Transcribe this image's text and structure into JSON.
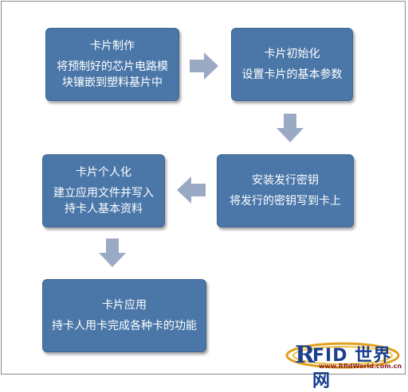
{
  "steps": [
    {
      "title": "卡片制作",
      "desc": "将预制好的芯片电路模块镶嵌到塑料基片中"
    },
    {
      "title": "卡片初始化",
      "desc": "设置卡片的基本参数"
    },
    {
      "title": "安装发行密钥",
      "desc": "将发行的密钥写到卡上"
    },
    {
      "title": "卡片个人化",
      "desc": "建立应用文件并写入持卡人基本资料"
    },
    {
      "title": "卡片应用",
      "desc": "持卡人用卡完成各种卡的功能"
    }
  ],
  "logo": {
    "text": "RFID世界网",
    "sub": "www.RfidWorld.com.cn"
  },
  "colors": {
    "box": "#4a77a8",
    "arrow": "#9aaac4"
  }
}
